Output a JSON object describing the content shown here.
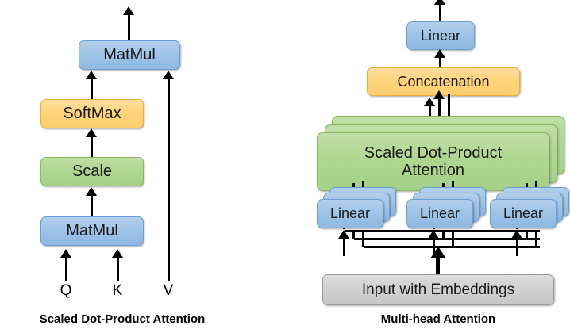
{
  "left_panel": {
    "caption": "Scaled Dot-Product Attention",
    "nodes": {
      "matmul_top": "MatMul",
      "softmax": "SoftMax",
      "scale": "Scale",
      "matmul_bottom": "MatMul"
    },
    "inputs": {
      "q": "Q",
      "k": "K",
      "v": "V"
    }
  },
  "right_panel": {
    "caption": "Multi-head Attention",
    "nodes": {
      "linear_top": "Linear",
      "concatenation": "Concatenation",
      "attention": "Scaled Dot-Product\nAttention",
      "attention_line1": "Scaled Dot-Product",
      "attention_line2": "Attention",
      "linear_q": "Linear",
      "linear_k": "Linear",
      "linear_v": "Linear",
      "input": "Input with Embeddings"
    }
  },
  "colors": {
    "blue": "#9dc3e6",
    "green": "#aed68f",
    "amber": "#ffd479",
    "grey": "#cfcfcf",
    "line": "#000000",
    "background": "#ffffff"
  }
}
